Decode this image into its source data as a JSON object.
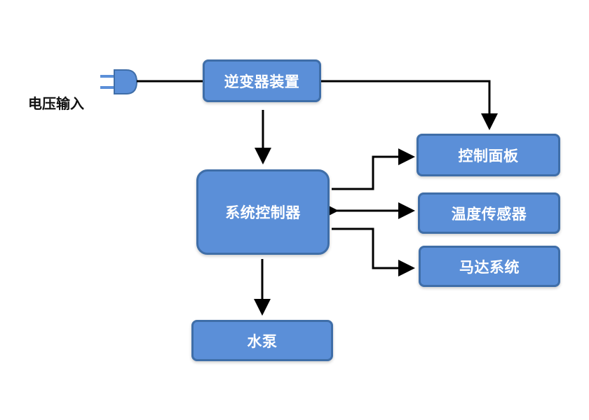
{
  "diagram": {
    "input_label": "电压输入",
    "nodes": {
      "inverter": "逆变器装置",
      "controller": "系统控制器",
      "pump": "水泵",
      "panel": "控制面板",
      "temp_sensor": "温度传感器",
      "motor": "马达系统"
    },
    "colors": {
      "box_fill": "#5b8fd8",
      "box_border": "#3f6ea8",
      "box_text": "#ffffff",
      "line": "#000000",
      "plug": "#5b8fd8"
    },
    "icons": [
      "power-plug-icon"
    ]
  }
}
